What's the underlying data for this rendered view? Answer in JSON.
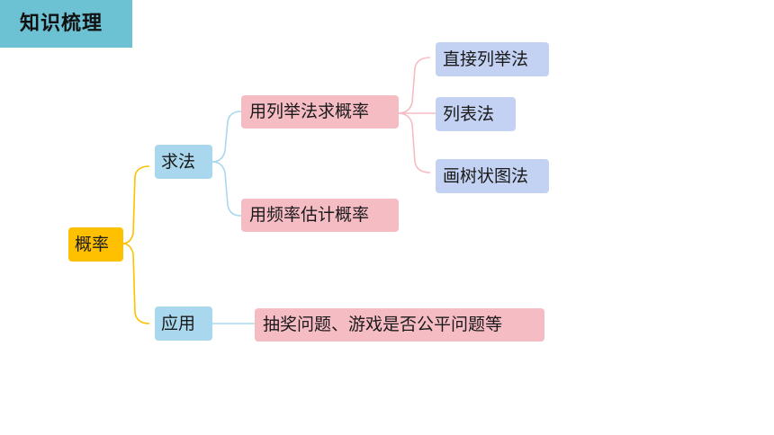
{
  "header": {
    "title": "知识梳理"
  },
  "mindmap": {
    "root": "概率",
    "methods": {
      "label": "求法",
      "enumerate": {
        "label": "用列举法求概率",
        "children": [
          "直接列举法",
          "列表法",
          "画树状图法"
        ]
      },
      "frequency": {
        "label": "用频率估计概率"
      }
    },
    "application": {
      "label": "应用",
      "detail": "抽奖问题、游戏是否公平问题等"
    }
  },
  "colors": {
    "title_bg": "#6cc1d3",
    "root_bg": "#ffc000",
    "level1_bg": "#a9d8ee",
    "level2_bg": "#f6bcc4",
    "level3_bg": "#c3d1f2",
    "root_connector": "#ffc000",
    "level1_connector": "#a9d8ee",
    "level2_connector": "#f6bcc4"
  }
}
